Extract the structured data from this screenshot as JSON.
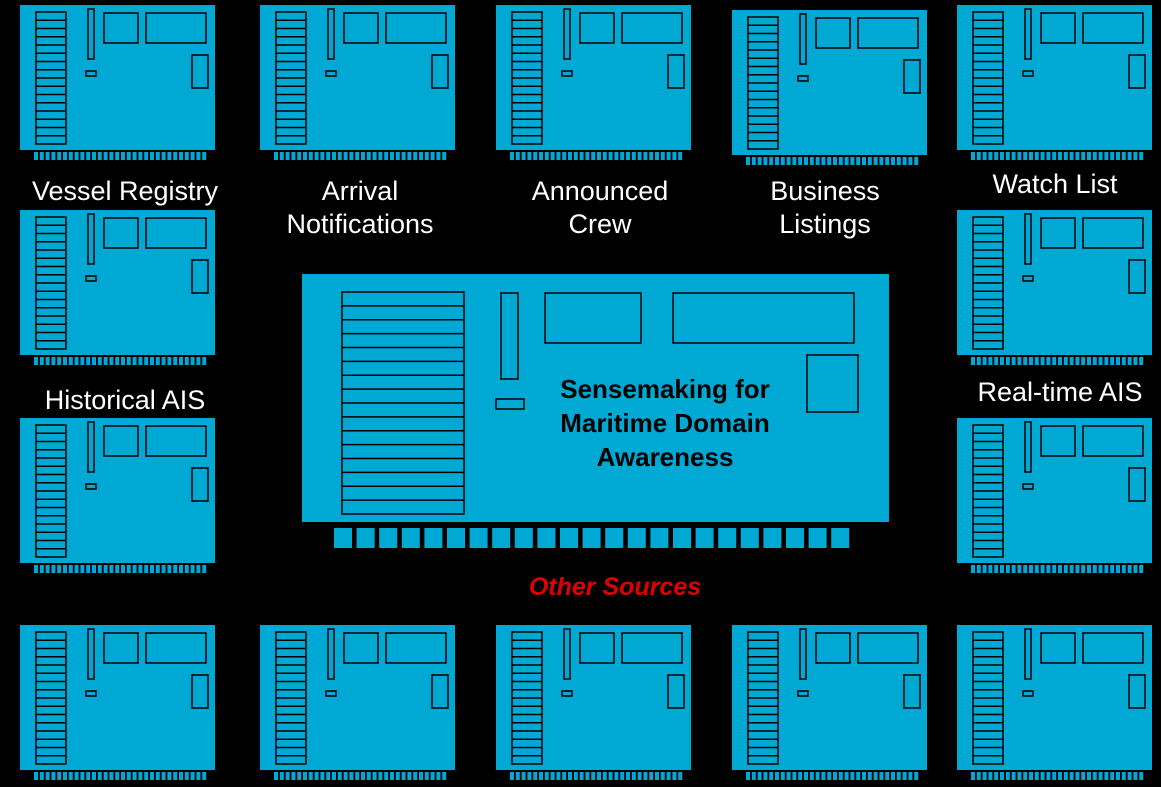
{
  "title": "Sensemaking for Maritime Domain Awareness",
  "subtitle": "Other Sources",
  "colors": {
    "board": "#00a8d4",
    "background": "#000000",
    "accent_text": "#e00000"
  },
  "sources": [
    {
      "id": "vessel-registry",
      "label": "Vessel Registry"
    },
    {
      "id": "arrival-notifications",
      "label": "Arrival\nNotifications"
    },
    {
      "id": "announced-crew",
      "label": "Announced\nCrew"
    },
    {
      "id": "business-listings",
      "label": "Business\nListings"
    },
    {
      "id": "watch-list",
      "label": "Watch List"
    },
    {
      "id": "historical-ais",
      "label": "Historical AIS"
    },
    {
      "id": "real-time-ais",
      "label": "Real-time AIS"
    }
  ]
}
